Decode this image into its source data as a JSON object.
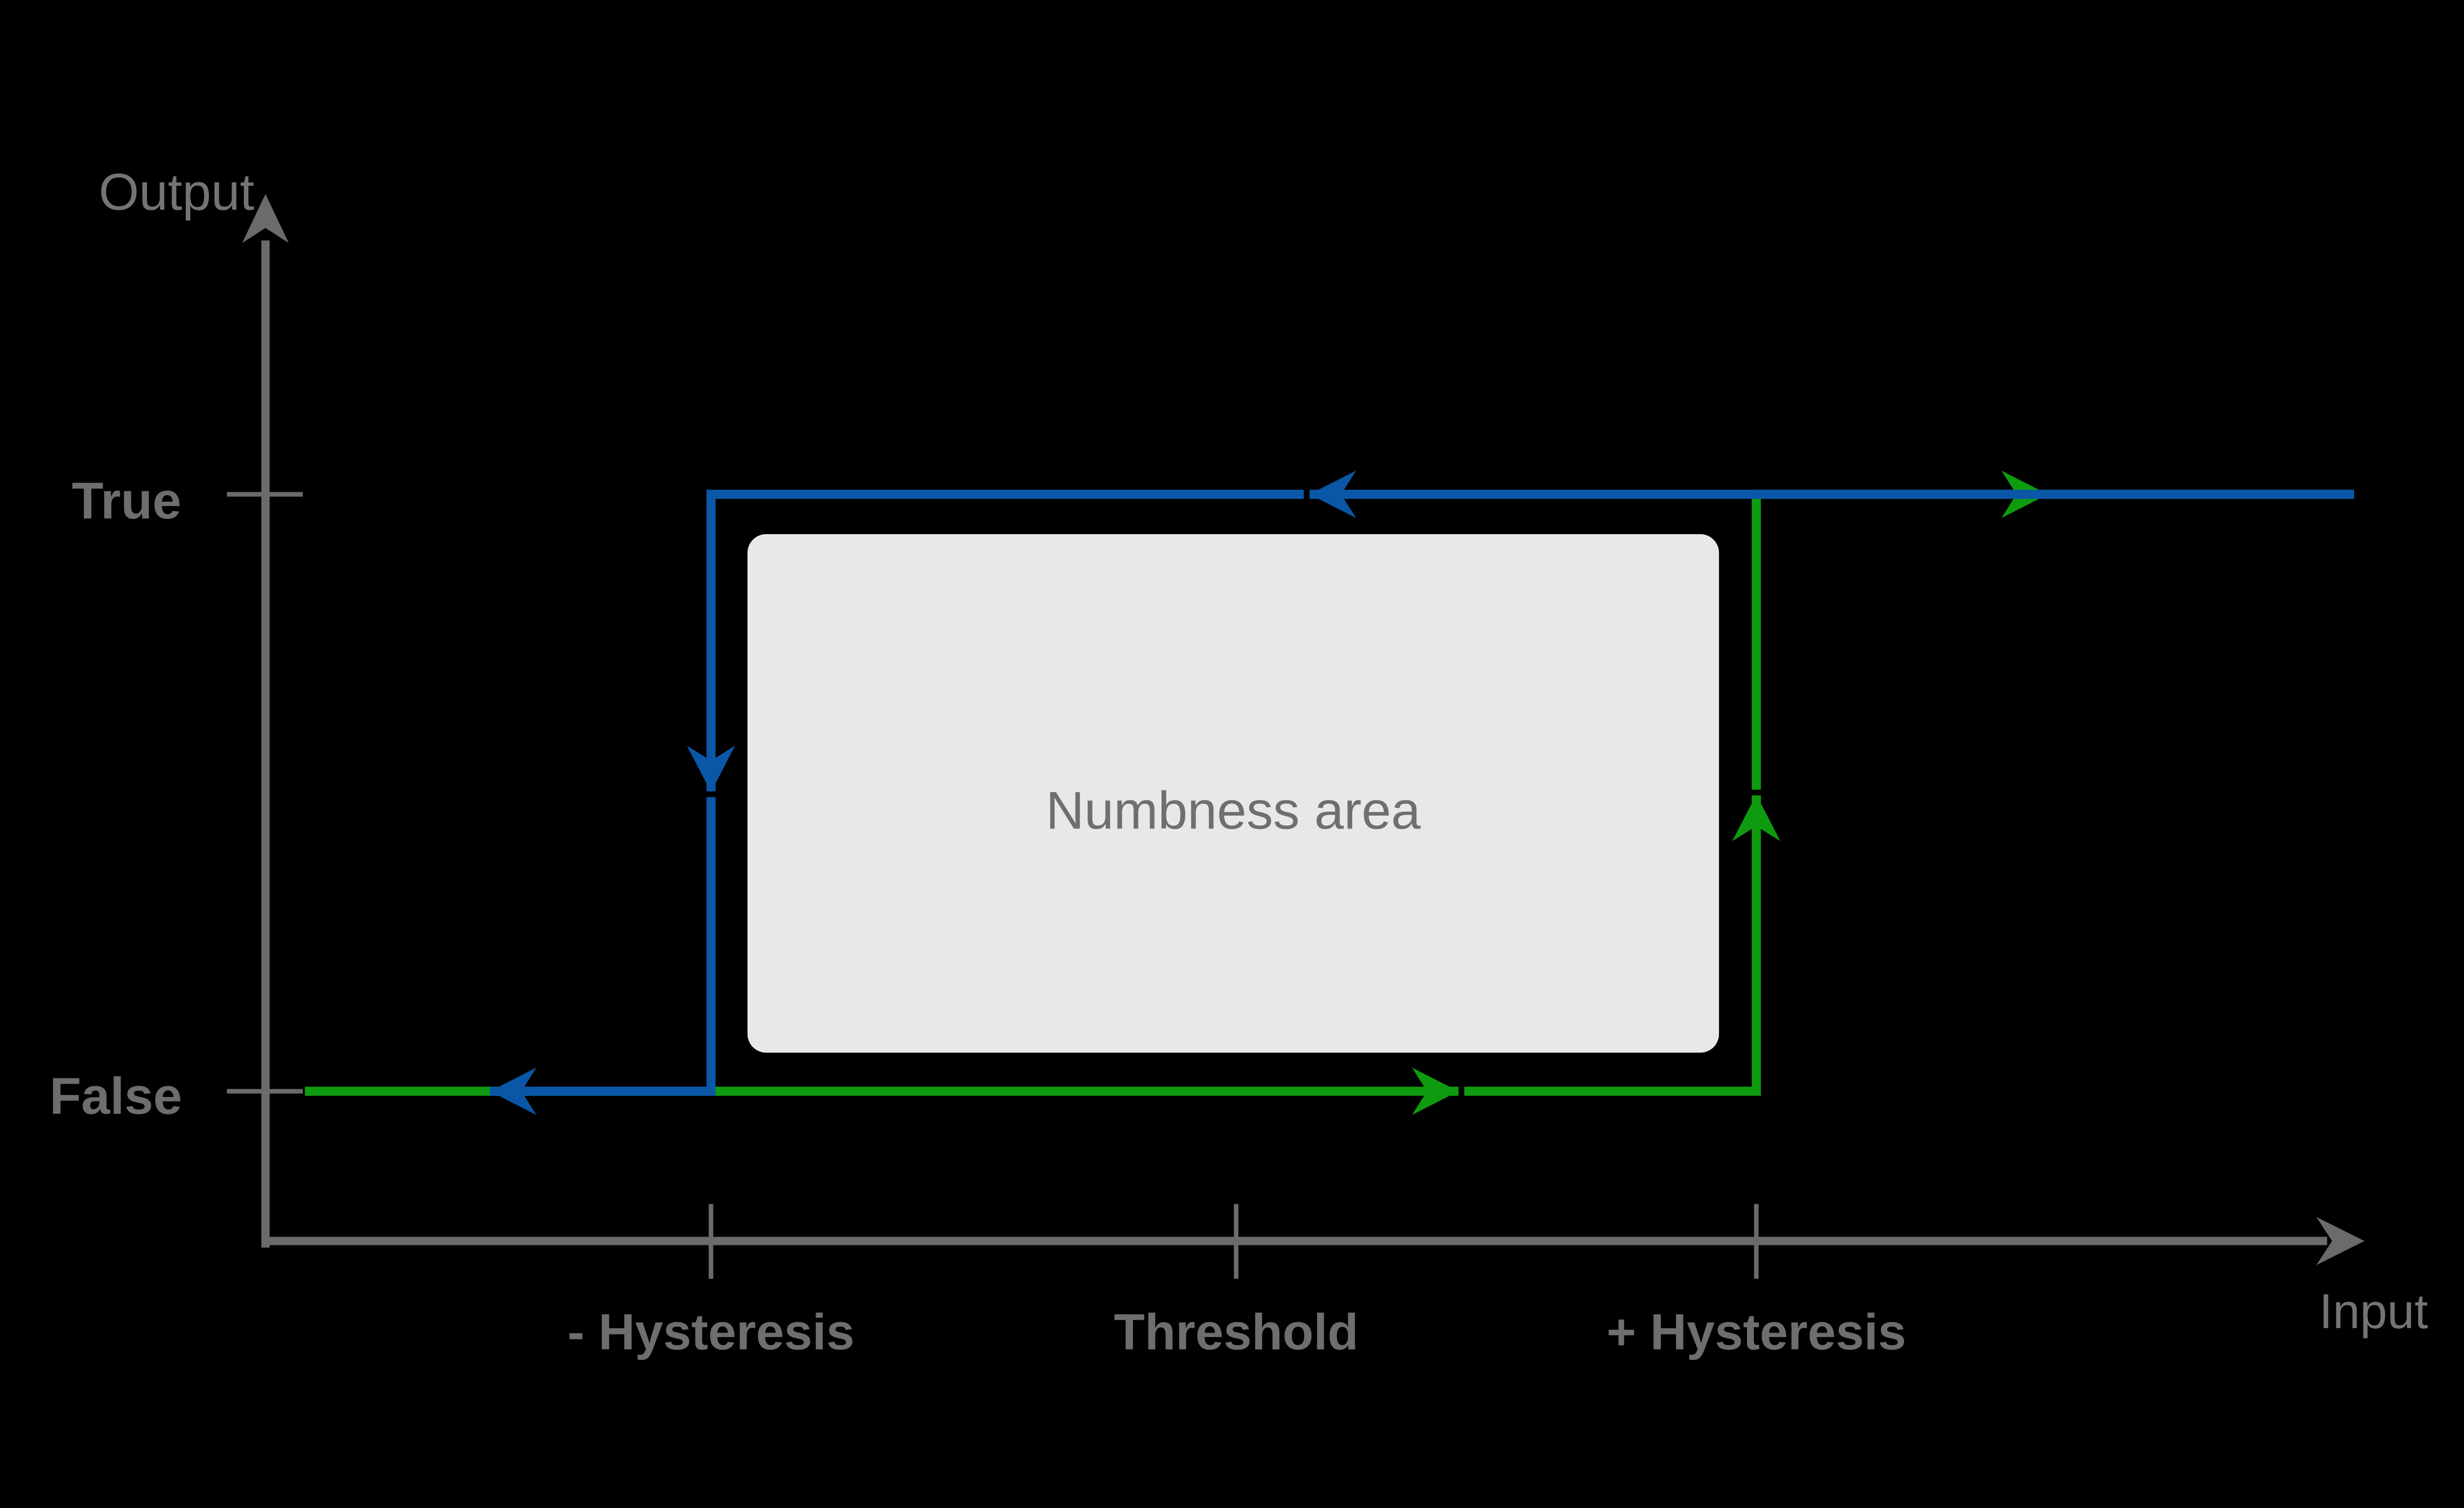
{
  "labels": {
    "y_axis": "Output",
    "x_axis": "Input",
    "y_tick_true": "True",
    "y_tick_false": "False",
    "x_tick_minus_hysteresis": "- Hysteresis",
    "x_tick_threshold": "Threshold",
    "x_tick_plus_hysteresis": "+ Hysteresis",
    "numbness_area": "Numbness area"
  },
  "colors": {
    "background": "#000000",
    "axis": "#6b6b6b",
    "label": "#747474",
    "bold_label": "#6e6e6e",
    "rising": "#0f9b0f",
    "falling": "#0a57a8",
    "box_fill": "#e8e8e8",
    "box_label": "#6f6f6f"
  },
  "figure": {
    "type": "hysteresis-diagram",
    "x_axis_label": "Input",
    "y_axis_label": "Output",
    "x_tick_labels": [
      "- Hysteresis",
      "Threshold",
      "+ Hysteresis"
    ],
    "y_tick_labels": [
      "True",
      "False"
    ],
    "series": [
      {
        "name": "rising-input-path",
        "color": "#0f9b0f",
        "direction": "rightward then upward",
        "description": "Output stays False from left edge past - Hysteresis and Threshold, switches to True at + Hysteresis, then continues right at True"
      },
      {
        "name": "falling-input-path",
        "color": "#0a57a8",
        "direction": "leftward then downward",
        "description": "Output stays True from right edge past + Hysteresis and Threshold, switches to False at - Hysteresis, then continues left at False"
      }
    ],
    "annotation": "Numbness area box spans between - Hysteresis and + Hysteresis and between the True and False levels"
  }
}
